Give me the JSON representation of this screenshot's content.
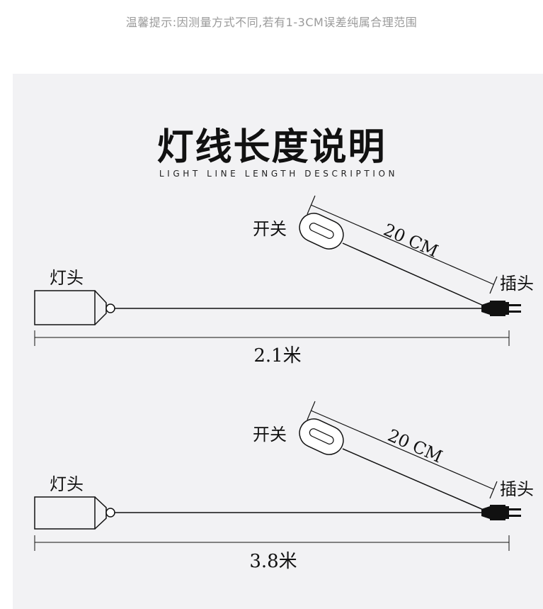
{
  "notice": "温馨提示:因测量方式不同,若有1-3CM误差纯属合理范围",
  "title": "灯线长度说明",
  "subtitle": "LIGHT LINE LENGTH DESCRIPTION",
  "diagrams": [
    {
      "lamp_label": "灯头",
      "switch_label": "开关",
      "plug_label": "插头",
      "switch_cord_length": "20 CM",
      "total_length": "2.1米"
    },
    {
      "lamp_label": "灯头",
      "switch_label": "开关",
      "plug_label": "插头",
      "switch_cord_length": "20 CM",
      "total_length": "3.8米"
    }
  ]
}
